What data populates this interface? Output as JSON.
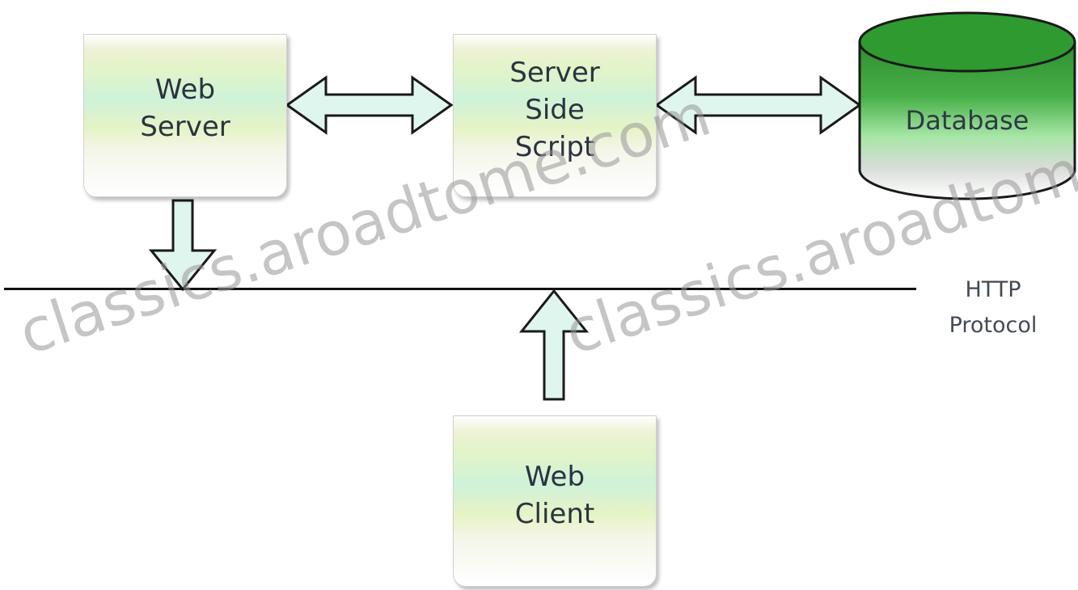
{
  "nodes": {
    "web_server": {
      "line1": "Web",
      "line2": "Server"
    },
    "server_side_script": {
      "line1": "Server",
      "line2": "Side",
      "line3": "Script"
    },
    "database": {
      "label": "Database"
    },
    "web_client": {
      "line1": "Web",
      "line2": "Client"
    }
  },
  "protocol": {
    "line1": "HTTP",
    "line2": "Protocol"
  },
  "watermarks": [
    "classics.aroadtome.com",
    "classics.aroadtome.com"
  ],
  "colors": {
    "arrow_fill": "#dff6ee",
    "arrow_stroke": "#1a1a1a",
    "db_green": "#2f8f2f",
    "db_light": "#9be39b",
    "line": "#111111"
  }
}
